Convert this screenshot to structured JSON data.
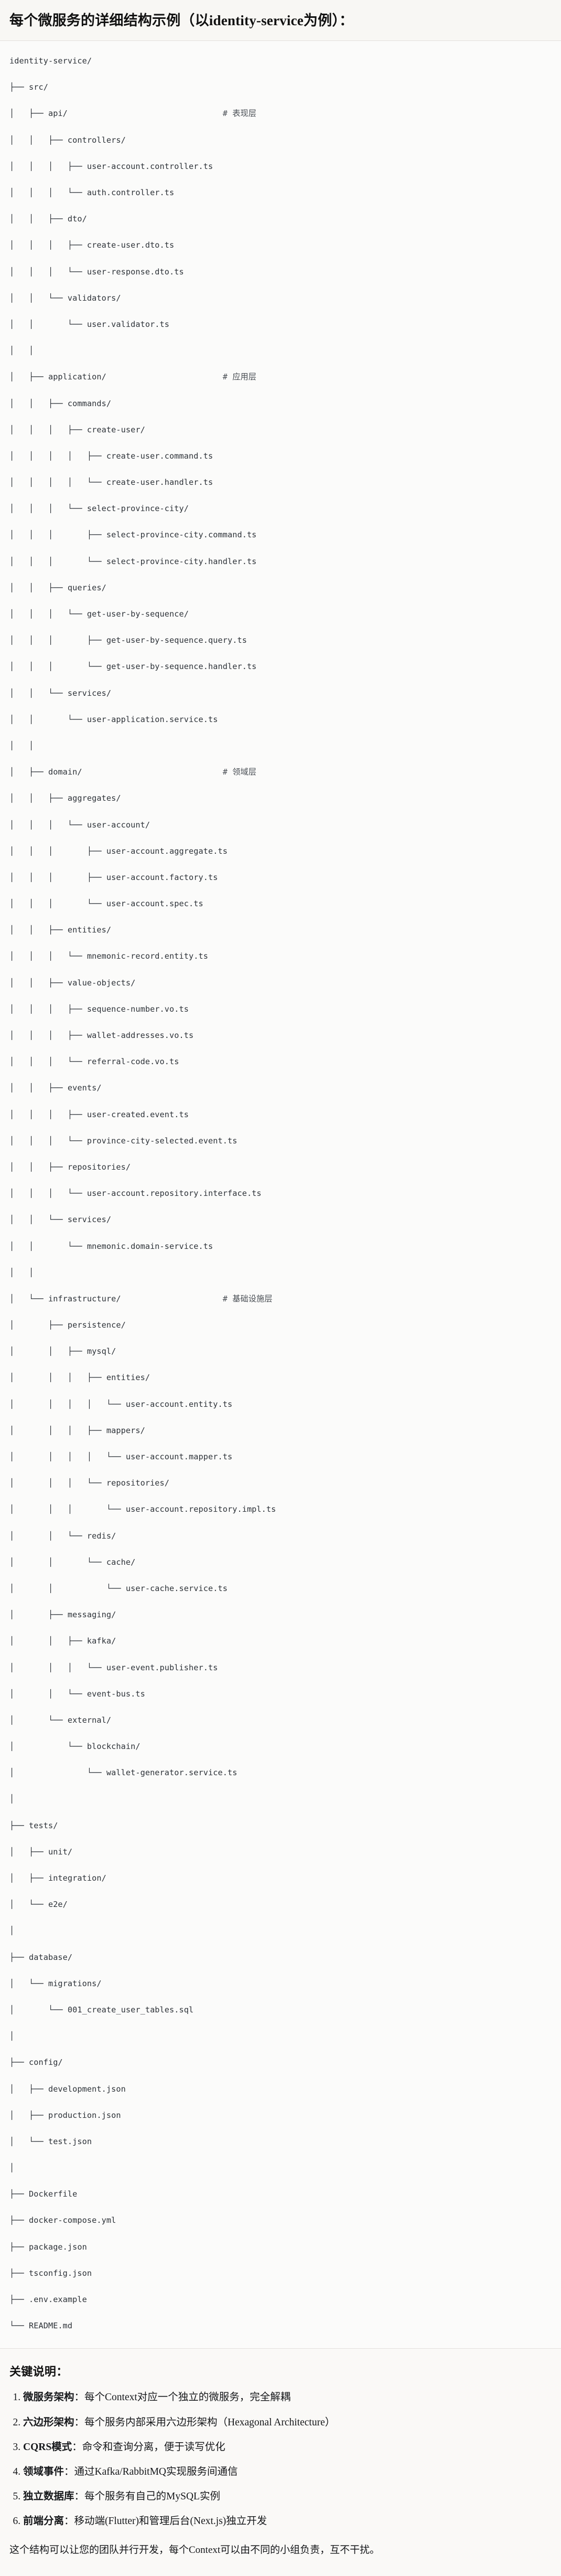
{
  "header": {
    "title": "每个微服务的详细结构示例（以identity-service为例）："
  },
  "tree": {
    "comment_column": 44,
    "lines": [
      {
        "text": "identity-service/",
        "comment": ""
      },
      {
        "text": "├── src/",
        "comment": ""
      },
      {
        "text": "│   ├── api/",
        "comment": "# 表现层"
      },
      {
        "text": "│   │   ├── controllers/",
        "comment": ""
      },
      {
        "text": "│   │   │   ├── user-account.controller.ts",
        "comment": ""
      },
      {
        "text": "│   │   │   └── auth.controller.ts",
        "comment": ""
      },
      {
        "text": "│   │   ├── dto/",
        "comment": ""
      },
      {
        "text": "│   │   │   ├── create-user.dto.ts",
        "comment": ""
      },
      {
        "text": "│   │   │   └── user-response.dto.ts",
        "comment": ""
      },
      {
        "text": "│   │   └── validators/",
        "comment": ""
      },
      {
        "text": "│   │       └── user.validator.ts",
        "comment": ""
      },
      {
        "text": "│   │",
        "comment": ""
      },
      {
        "text": "│   ├── application/",
        "comment": "# 应用层"
      },
      {
        "text": "│   │   ├── commands/",
        "comment": ""
      },
      {
        "text": "│   │   │   ├── create-user/",
        "comment": ""
      },
      {
        "text": "│   │   │   │   ├── create-user.command.ts",
        "comment": ""
      },
      {
        "text": "│   │   │   │   └── create-user.handler.ts",
        "comment": ""
      },
      {
        "text": "│   │   │   └── select-province-city/",
        "comment": ""
      },
      {
        "text": "│   │   │       ├── select-province-city.command.ts",
        "comment": ""
      },
      {
        "text": "│   │   │       └── select-province-city.handler.ts",
        "comment": ""
      },
      {
        "text": "│   │   ├── queries/",
        "comment": ""
      },
      {
        "text": "│   │   │   └── get-user-by-sequence/",
        "comment": ""
      },
      {
        "text": "│   │   │       ├── get-user-by-sequence.query.ts",
        "comment": ""
      },
      {
        "text": "│   │   │       └── get-user-by-sequence.handler.ts",
        "comment": ""
      },
      {
        "text": "│   │   └── services/",
        "comment": ""
      },
      {
        "text": "│   │       └── user-application.service.ts",
        "comment": ""
      },
      {
        "text": "│   │",
        "comment": ""
      },
      {
        "text": "│   ├── domain/",
        "comment": "# 领域层"
      },
      {
        "text": "│   │   ├── aggregates/",
        "comment": ""
      },
      {
        "text": "│   │   │   └── user-account/",
        "comment": ""
      },
      {
        "text": "│   │   │       ├── user-account.aggregate.ts",
        "comment": ""
      },
      {
        "text": "│   │   │       ├── user-account.factory.ts",
        "comment": ""
      },
      {
        "text": "│   │   │       └── user-account.spec.ts",
        "comment": ""
      },
      {
        "text": "│   │   ├── entities/",
        "comment": ""
      },
      {
        "text": "│   │   │   └── mnemonic-record.entity.ts",
        "comment": ""
      },
      {
        "text": "│   │   ├── value-objects/",
        "comment": ""
      },
      {
        "text": "│   │   │   ├── sequence-number.vo.ts",
        "comment": ""
      },
      {
        "text": "│   │   │   ├── wallet-addresses.vo.ts",
        "comment": ""
      },
      {
        "text": "│   │   │   └── referral-code.vo.ts",
        "comment": ""
      },
      {
        "text": "│   │   ├── events/",
        "comment": ""
      },
      {
        "text": "│   │   │   ├── user-created.event.ts",
        "comment": ""
      },
      {
        "text": "│   │   │   └── province-city-selected.event.ts",
        "comment": ""
      },
      {
        "text": "│   │   ├── repositories/",
        "comment": ""
      },
      {
        "text": "│   │   │   └── user-account.repository.interface.ts",
        "comment": ""
      },
      {
        "text": "│   │   └── services/",
        "comment": ""
      },
      {
        "text": "│   │       └── mnemonic.domain-service.ts",
        "comment": ""
      },
      {
        "text": "│   │",
        "comment": ""
      },
      {
        "text": "│   └── infrastructure/",
        "comment": "# 基础设施层"
      },
      {
        "text": "│       ├── persistence/",
        "comment": ""
      },
      {
        "text": "│       │   ├── mysql/",
        "comment": ""
      },
      {
        "text": "│       │   │   ├── entities/",
        "comment": ""
      },
      {
        "text": "│       │   │   │   └── user-account.entity.ts",
        "comment": ""
      },
      {
        "text": "│       │   │   ├── mappers/",
        "comment": ""
      },
      {
        "text": "│       │   │   │   └── user-account.mapper.ts",
        "comment": ""
      },
      {
        "text": "│       │   │   └── repositories/",
        "comment": ""
      },
      {
        "text": "│       │   │       └── user-account.repository.impl.ts",
        "comment": ""
      },
      {
        "text": "│       │   └── redis/",
        "comment": ""
      },
      {
        "text": "│       │       └── cache/",
        "comment": ""
      },
      {
        "text": "│       │           └── user-cache.service.ts",
        "comment": ""
      },
      {
        "text": "│       ├── messaging/",
        "comment": ""
      },
      {
        "text": "│       │   ├── kafka/",
        "comment": ""
      },
      {
        "text": "│       │   │   └── user-event.publisher.ts",
        "comment": ""
      },
      {
        "text": "│       │   └── event-bus.ts",
        "comment": ""
      },
      {
        "text": "│       └── external/",
        "comment": ""
      },
      {
        "text": "│           └── blockchain/",
        "comment": ""
      },
      {
        "text": "│               └── wallet-generator.service.ts",
        "comment": ""
      },
      {
        "text": "│",
        "comment": ""
      },
      {
        "text": "├── tests/",
        "comment": ""
      },
      {
        "text": "│   ├── unit/",
        "comment": ""
      },
      {
        "text": "│   ├── integration/",
        "comment": ""
      },
      {
        "text": "│   └── e2e/",
        "comment": ""
      },
      {
        "text": "│",
        "comment": ""
      },
      {
        "text": "├── database/",
        "comment": ""
      },
      {
        "text": "│   └── migrations/",
        "comment": ""
      },
      {
        "text": "│       └── 001_create_user_tables.sql",
        "comment": ""
      },
      {
        "text": "│",
        "comment": ""
      },
      {
        "text": "├── config/",
        "comment": ""
      },
      {
        "text": "│   ├── development.json",
        "comment": ""
      },
      {
        "text": "│   ├── production.json",
        "comment": ""
      },
      {
        "text": "│   └── test.json",
        "comment": ""
      },
      {
        "text": "│",
        "comment": ""
      },
      {
        "text": "├── Dockerfile",
        "comment": ""
      },
      {
        "text": "├── docker-compose.yml",
        "comment": ""
      },
      {
        "text": "├── package.json",
        "comment": ""
      },
      {
        "text": "├── tsconfig.json",
        "comment": ""
      },
      {
        "text": "├── .env.example",
        "comment": ""
      },
      {
        "text": "└── README.md",
        "comment": ""
      }
    ]
  },
  "notes": {
    "title": "关键说明：",
    "items": [
      {
        "label": "微服务架构",
        "body": "：每个Context对应一个独立的微服务，完全解耦"
      },
      {
        "label": "六边形架构",
        "body": "：每个服务内部采用六边形架构（Hexagonal Architecture）"
      },
      {
        "label": "CQRS模式",
        "body": "：命令和查询分离，便于读写优化"
      },
      {
        "label": "领域事件",
        "body": "：通过Kafka/RabbitMQ实现服务间通信"
      },
      {
        "label": "独立数据库",
        "body": "：每个服务有自己的MySQL实例"
      },
      {
        "label": "前端分离",
        "body": "：移动端(Flutter)和管理后台(Next.js)独立开发"
      }
    ],
    "closing": "这个结构可以让您的团队并行开发，每个Context可以由不同的小组负责，互不干扰。"
  }
}
